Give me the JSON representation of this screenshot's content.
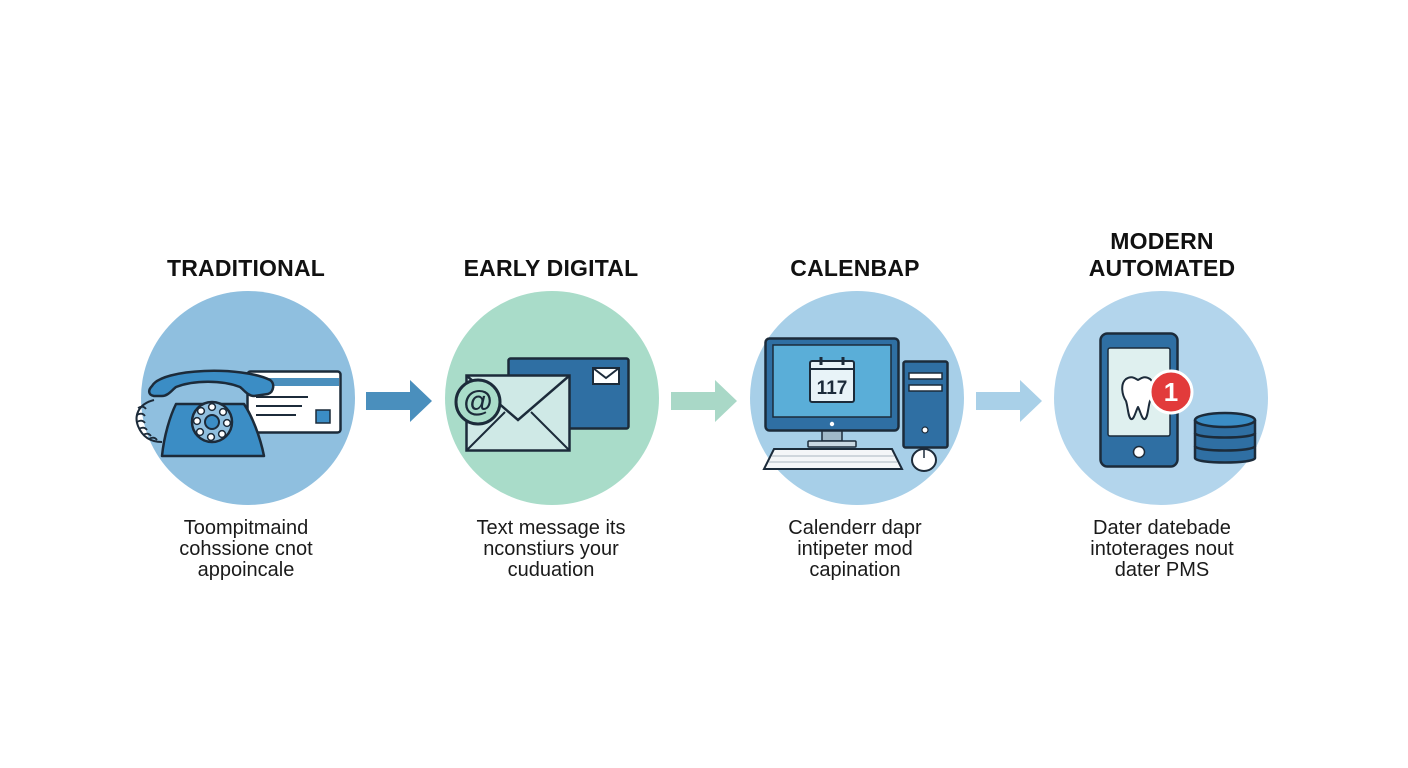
{
  "stages": [
    {
      "title_lines": [
        "TRADITIONAL"
      ],
      "desc_lines": [
        "Toompitmaind",
        "cohssione cnot",
        "appoincale"
      ],
      "circle_color": "#8fbfdf"
    },
    {
      "title_lines": [
        "EARLY DIGITAL"
      ],
      "desc_lines": [
        "Text message its",
        "nconstiurs your",
        "cuduation"
      ],
      "circle_color": "#a9dcc9"
    },
    {
      "title_lines": [
        "CALENBAP"
      ],
      "desc_lines": [
        "Calenderr dapr",
        "intipeter mod",
        "capination"
      ],
      "circle_color": "#a7cfe8"
    },
    {
      "title_lines": [
        "MODERN",
        "AUTOMATED"
      ],
      "desc_lines": [
        "Dater datebade",
        "intoterages nout",
        "dater PMS"
      ],
      "circle_color": "#b3d5ec"
    }
  ],
  "calendar_icon_text": "117",
  "notification_badge": "1",
  "colors": {
    "arrow_1": "#4a8fbd",
    "arrow_2": "#a9d8c7",
    "arrow_3": "#a9d0e8",
    "icon_blue": "#3b8dc5",
    "icon_dark_blue": "#2f6fa3",
    "outline": "#1c2b3a",
    "badge_red": "#e23b3b"
  },
  "icons": [
    "telephone-icon",
    "id-card-icon",
    "email-at-icon",
    "envelope-icon",
    "desktop-computer-icon",
    "calendar-icon",
    "tower-pc-icon",
    "keyboard-icon",
    "mouse-icon",
    "smartphone-icon",
    "tooth-icon",
    "notification-badge-icon",
    "database-icon",
    "arrow-right-icon"
  ]
}
